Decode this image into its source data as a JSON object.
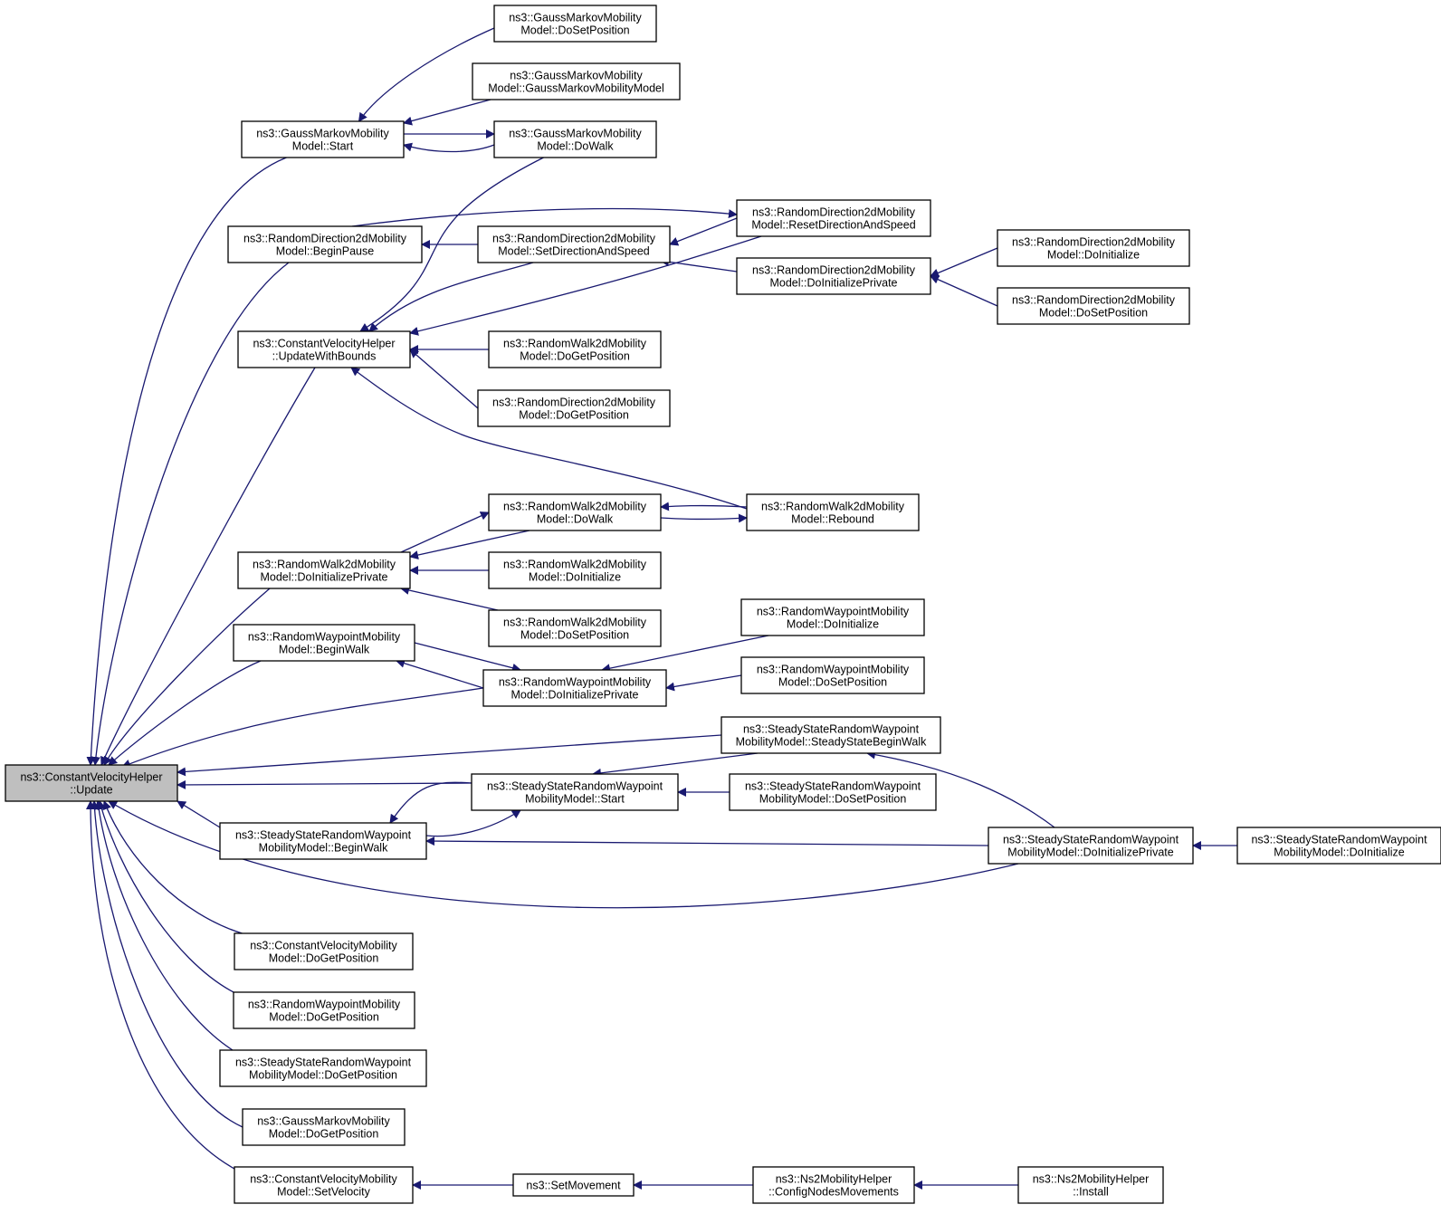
{
  "graph": {
    "type": "caller-graph",
    "colors": {
      "edge": "#191970",
      "root_fill": "#bfbfbf",
      "node_fill": "#ffffff",
      "node_border": "#000000"
    },
    "nodes": [
      {
        "id": "root",
        "lines": [
          "ns3::ConstantVelocityHelper",
          "::Update"
        ],
        "highlighted": true
      },
      {
        "id": "gm_start",
        "lines": [
          "ns3::GaussMarkovMobility",
          "Model::Start"
        ]
      },
      {
        "id": "gm_dosetpos",
        "lines": [
          "ns3::GaussMarkovMobility",
          "Model::DoSetPosition"
        ]
      },
      {
        "id": "gm_ctor",
        "lines": [
          "ns3::GaussMarkovMobility",
          "Model::GaussMarkovMobilityModel"
        ]
      },
      {
        "id": "gm_dowalk",
        "lines": [
          "ns3::GaussMarkovMobility",
          "Model::DoWalk"
        ]
      },
      {
        "id": "rd_beginpause",
        "lines": [
          "ns3::RandomDirection2dMobility",
          "Model::BeginPause"
        ]
      },
      {
        "id": "rd_setdir",
        "lines": [
          "ns3::RandomDirection2dMobility",
          "Model::SetDirectionAndSpeed"
        ]
      },
      {
        "id": "rd_resetdir",
        "lines": [
          "ns3::RandomDirection2dMobility",
          "Model::ResetDirectionAndSpeed"
        ]
      },
      {
        "id": "rd_doinitpriv",
        "lines": [
          "ns3::RandomDirection2dMobility",
          "Model::DoInitializePrivate"
        ]
      },
      {
        "id": "rd_doinit",
        "lines": [
          "ns3::RandomDirection2dMobility",
          "Model::DoInitialize"
        ]
      },
      {
        "id": "rd_dosetpos",
        "lines": [
          "ns3::RandomDirection2dMobility",
          "Model::DoSetPosition"
        ]
      },
      {
        "id": "cvh_bounds",
        "lines": [
          "ns3::ConstantVelocityHelper",
          "::UpdateWithBounds"
        ]
      },
      {
        "id": "rw_dogetpos",
        "lines": [
          "ns3::RandomWalk2dMobility",
          "Model::DoGetPosition"
        ]
      },
      {
        "id": "rd_dogetpos",
        "lines": [
          "ns3::RandomDirection2dMobility",
          "Model::DoGetPosition"
        ]
      },
      {
        "id": "rw_dowalk",
        "lines": [
          "ns3::RandomWalk2dMobility",
          "Model::DoWalk"
        ]
      },
      {
        "id": "rw_rebound",
        "lines": [
          "ns3::RandomWalk2dMobility",
          "Model::Rebound"
        ]
      },
      {
        "id": "rw_doinitpriv",
        "lines": [
          "ns3::RandomWalk2dMobility",
          "Model::DoInitializePrivate"
        ]
      },
      {
        "id": "rw_doinit",
        "lines": [
          "ns3::RandomWalk2dMobility",
          "Model::DoInitialize"
        ]
      },
      {
        "id": "rw_dosetpos",
        "lines": [
          "ns3::RandomWalk2dMobility",
          "Model::DoSetPosition"
        ]
      },
      {
        "id": "rwp_beginwalk",
        "lines": [
          "ns3::RandomWaypointMobility",
          "Model::BeginWalk"
        ]
      },
      {
        "id": "rwp_doinitpriv",
        "lines": [
          "ns3::RandomWaypointMobility",
          "Model::DoInitializePrivate"
        ]
      },
      {
        "id": "rwp_doinit",
        "lines": [
          "ns3::RandomWaypointMobility",
          "Model::DoInitialize"
        ]
      },
      {
        "id": "rwp_dosetpos",
        "lines": [
          "ns3::RandomWaypointMobility",
          "Model::DoSetPosition"
        ]
      },
      {
        "id": "ss_ssbeginwalk",
        "lines": [
          "ns3::SteadyStateRandomWaypoint",
          "MobilityModel::SteadyStateBeginWalk"
        ]
      },
      {
        "id": "ss_start",
        "lines": [
          "ns3::SteadyStateRandomWaypoint",
          "MobilityModel::Start"
        ]
      },
      {
        "id": "ss_dosetpos",
        "lines": [
          "ns3::SteadyStateRandomWaypoint",
          "MobilityModel::DoSetPosition"
        ]
      },
      {
        "id": "ss_beginwalk",
        "lines": [
          "ns3::SteadyStateRandomWaypoint",
          "MobilityModel::BeginWalk"
        ]
      },
      {
        "id": "ss_doinitpriv",
        "lines": [
          "ns3::SteadyStateRandomWaypoint",
          "MobilityModel::DoInitializePrivate"
        ]
      },
      {
        "id": "ss_doinit",
        "lines": [
          "ns3::SteadyStateRandomWaypoint",
          "MobilityModel::DoInitialize"
        ]
      },
      {
        "id": "cvm_dogetpos",
        "lines": [
          "ns3::ConstantVelocityMobility",
          "Model::DoGetPosition"
        ]
      },
      {
        "id": "rwp_dogetpos",
        "lines": [
          "ns3::RandomWaypointMobility",
          "Model::DoGetPosition"
        ]
      },
      {
        "id": "ss_dogetpos",
        "lines": [
          "ns3::SteadyStateRandomWaypoint",
          "MobilityModel::DoGetPosition"
        ]
      },
      {
        "id": "gm_dogetpos",
        "lines": [
          "ns3::GaussMarkovMobility",
          "Model::DoGetPosition"
        ]
      },
      {
        "id": "cvm_setvel",
        "lines": [
          "ns3::ConstantVelocityMobility",
          "Model::SetVelocity"
        ]
      },
      {
        "id": "setmovement",
        "lines": [
          "ns3::SetMovement"
        ]
      },
      {
        "id": "ns2_config",
        "lines": [
          "ns3::Ns2MobilityHelper",
          "::ConfigNodesMovements"
        ]
      },
      {
        "id": "ns2_install",
        "lines": [
          "ns3::Ns2MobilityHelper",
          "::Install"
        ]
      }
    ],
    "edges": [
      {
        "from": "gm_start",
        "to": "root"
      },
      {
        "from": "rd_beginpause",
        "to": "root"
      },
      {
        "from": "cvh_bounds",
        "to": "root"
      },
      {
        "from": "rw_doinitpriv",
        "to": "root"
      },
      {
        "from": "rwp_beginwalk",
        "to": "root"
      },
      {
        "from": "rwp_doinitpriv",
        "to": "root"
      },
      {
        "from": "ss_ssbeginwalk",
        "to": "root"
      },
      {
        "from": "ss_start",
        "to": "root"
      },
      {
        "from": "ss_beginwalk",
        "to": "root"
      },
      {
        "from": "ss_doinitpriv",
        "to": "root"
      },
      {
        "from": "cvm_dogetpos",
        "to": "root"
      },
      {
        "from": "rwp_dogetpos",
        "to": "root"
      },
      {
        "from": "ss_dogetpos",
        "to": "root"
      },
      {
        "from": "gm_dogetpos",
        "to": "root"
      },
      {
        "from": "cvm_setvel",
        "to": "root"
      },
      {
        "from": "gm_dosetpos",
        "to": "gm_start"
      },
      {
        "from": "gm_ctor",
        "to": "gm_start"
      },
      {
        "from": "gm_dowalk",
        "to": "gm_start"
      },
      {
        "from": "gm_start",
        "to": "gm_dowalk"
      },
      {
        "from": "rd_setdir",
        "to": "rd_beginpause"
      },
      {
        "from": "rd_beginpause",
        "to": "rd_resetdir"
      },
      {
        "from": "rd_resetdir",
        "to": "rd_setdir"
      },
      {
        "from": "rd_doinitpriv",
        "to": "rd_setdir"
      },
      {
        "from": "rd_doinit",
        "to": "rd_doinitpriv"
      },
      {
        "from": "rd_dosetpos",
        "to": "rd_doinitpriv"
      },
      {
        "from": "gm_dowalk",
        "to": "cvh_bounds"
      },
      {
        "from": "rd_setdir",
        "to": "cvh_bounds"
      },
      {
        "from": "rd_resetdir",
        "to": "cvh_bounds"
      },
      {
        "from": "rw_dogetpos",
        "to": "cvh_bounds"
      },
      {
        "from": "rd_dogetpos",
        "to": "cvh_bounds"
      },
      {
        "from": "rw_rebound",
        "to": "cvh_bounds"
      },
      {
        "from": "rw_rebound",
        "to": "rw_dowalk"
      },
      {
        "from": "rw_dowalk",
        "to": "rw_rebound"
      },
      {
        "from": "rw_dowalk",
        "to": "rw_doinitpriv"
      },
      {
        "from": "rw_doinitpriv",
        "to": "rw_dowalk"
      },
      {
        "from": "rw_doinit",
        "to": "rw_doinitpriv"
      },
      {
        "from": "rw_dosetpos",
        "to": "rw_doinitpriv"
      },
      {
        "from": "rwp_doinitpriv",
        "to": "rwp_beginwalk"
      },
      {
        "from": "rwp_beginwalk",
        "to": "rwp_doinitpriv"
      },
      {
        "from": "rwp_doinit",
        "to": "rwp_doinitpriv"
      },
      {
        "from": "rwp_dosetpos",
        "to": "rwp_doinitpriv"
      },
      {
        "from": "ss_ssbeginwalk",
        "to": "ss_start"
      },
      {
        "from": "ss_dosetpos",
        "to": "ss_start"
      },
      {
        "from": "ss_start",
        "to": "ss_beginwalk"
      },
      {
        "from": "ss_beginwalk",
        "to": "ss_start"
      },
      {
        "from": "ss_doinitpriv",
        "to": "ss_beginwalk"
      },
      {
        "from": "ss_doinitpriv",
        "to": "ss_ssbeginwalk"
      },
      {
        "from": "ss_doinit",
        "to": "ss_doinitpriv"
      },
      {
        "from": "setmovement",
        "to": "cvm_setvel"
      },
      {
        "from": "ns2_config",
        "to": "setmovement"
      },
      {
        "from": "ns2_install",
        "to": "ns2_config"
      }
    ]
  }
}
